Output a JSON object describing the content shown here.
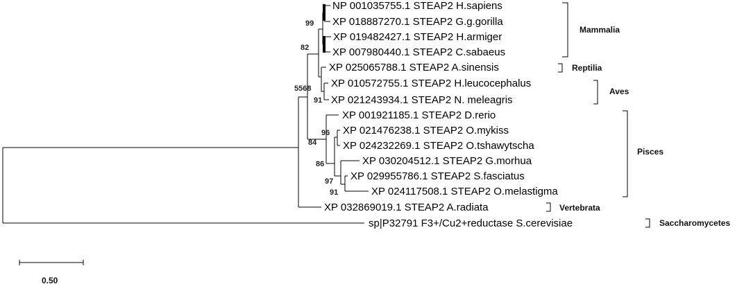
{
  "taxa": [
    "NP 001035755.1 STEAP2 H.sapiens",
    "XP 018887270.1 STEAP2 G.g.gorilla",
    "XP 019482427.1 STEAP2 H.armiger",
    "XP 007980440.1 STEAP2 C.sabaeus",
    "XP 025065788.1 STEAP2 A.sinensis",
    "XP 010572755.1 STEAP2 H.leucocephalus",
    "XP 021243934.1 STEAP2 N. meleagris",
    "XP 001921185.1 STEAP2 D.rerio",
    "XP 021476238.1 STEAP2 O.mykiss",
    "XP 024232269.1 STEAP2 O.tshawytscha",
    "XP 030204512.1 STEAP2 G.morhua",
    "XP 029955786.1 STEAP2 S.fasciatus",
    "XP 024117508.1 STEAP2 O.melastigma",
    "XP 032869019.1 STEAP2 A.radiata",
    "sp|P32791 F3+/Cu2+reductase S.cerevisiae"
  ],
  "bootstrap": [
    "99",
    "82",
    "5568",
    "91",
    "96",
    "84",
    "86",
    "97",
    "91"
  ],
  "groups": [
    "Mammalia",
    "Reptilia",
    "Aves",
    "Pisces",
    "Vertebrata",
    "Saccharomycetes"
  ],
  "scale_bar": {
    "label": "0.50"
  }
}
